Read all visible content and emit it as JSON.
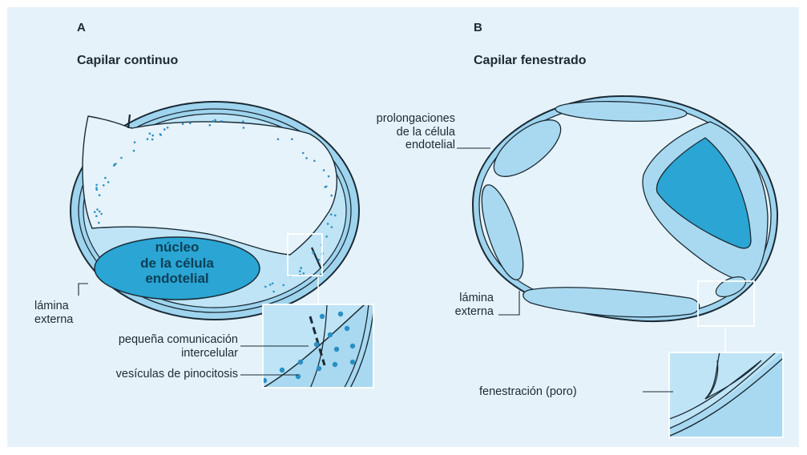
{
  "panel_a": {
    "letter": "A",
    "title": "Capilar continuo",
    "nucleus_label": [
      "núcleo",
      "de la célula",
      "endotelial"
    ],
    "lamina_label": [
      "lámina",
      "externa"
    ],
    "junction_label": [
      "pequeña comunicación",
      "intercelular"
    ],
    "vesicles_label": "vesículas de pinocitosis"
  },
  "panel_b": {
    "letter": "B",
    "title": "Capilar fenestrado",
    "processes_label": [
      "prolongaciones",
      "de la célula",
      "endotelial"
    ],
    "lamina_label": [
      "lámina",
      "externa"
    ],
    "fenestration_label": "fenestración (poro)"
  },
  "colors": {
    "background": "#e6f2f9",
    "outer_wall": "#9fd4ee",
    "cytoplasm": "#a9d9f0",
    "lumen": "#e6f3fa",
    "nucleus": "#2aa5d4",
    "outline": "#1a2a35",
    "vesicles": "#2a8fc4"
  }
}
